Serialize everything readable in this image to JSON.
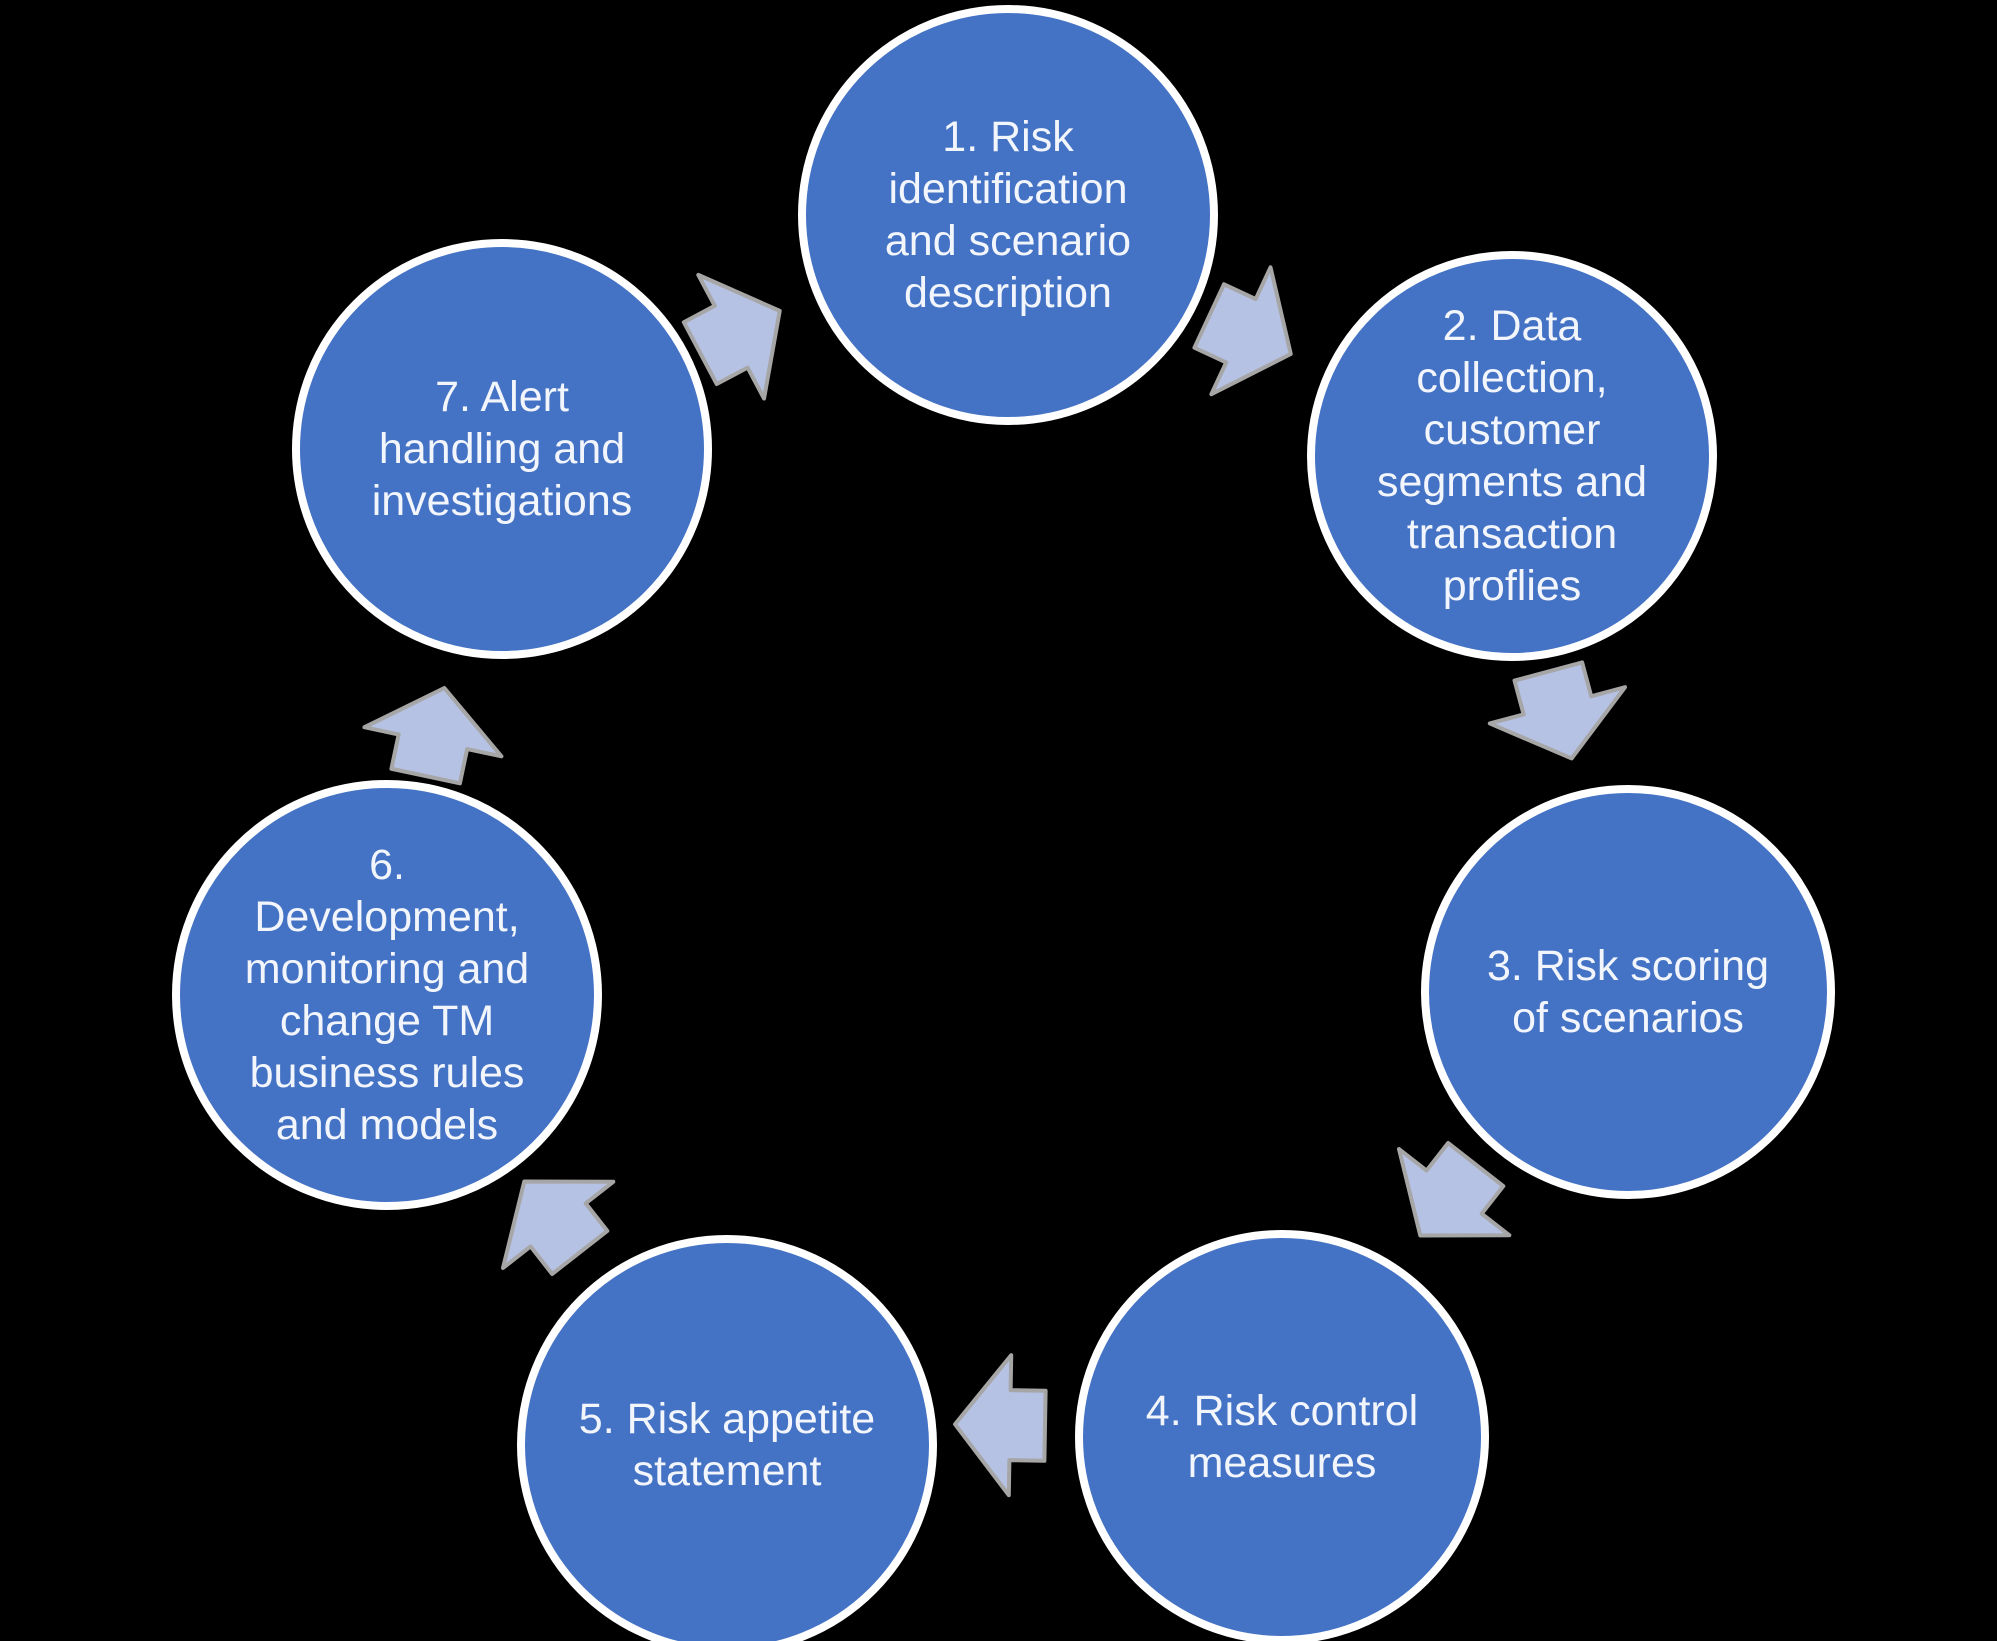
{
  "diagram": {
    "type": "cycle",
    "colors": {
      "background": "#000000",
      "node_fill": "#4472C4",
      "node_border": "#FFFFFF",
      "text_color": "#F2F6FC",
      "arrow_fill": "#B5C2E4",
      "arrow_stroke": "#A6A6A6"
    },
    "steps": [
      {
        "id": 1,
        "label": "1. Risk\nidentification\nand scenario\ndescription"
      },
      {
        "id": 2,
        "label": "2. Data\ncollection,\ncustomer\nsegments and\ntransaction\nproflies"
      },
      {
        "id": 3,
        "label": "3. Risk scoring\nof scenarios"
      },
      {
        "id": 4,
        "label": "4. Risk control\nmeasures"
      },
      {
        "id": 5,
        "label": "5. Risk appetite\nstatement"
      },
      {
        "id": 6,
        "label": "6.\nDevelopment,\nmonitoring and\nchange TM\nbusiness rules\nand models"
      },
      {
        "id": 7,
        "label": "7. Alert\nhandling and\ninvestigations"
      }
    ],
    "arrows": [
      {
        "from": 1,
        "to": 2
      },
      {
        "from": 2,
        "to": 3
      },
      {
        "from": 3,
        "to": 4
      },
      {
        "from": 4,
        "to": 5
      },
      {
        "from": 5,
        "to": 6
      },
      {
        "from": 6,
        "to": 7
      },
      {
        "from": 7,
        "to": 1
      }
    ]
  }
}
